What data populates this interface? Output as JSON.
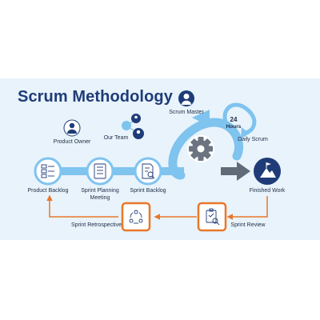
{
  "title": "Scrum Methodology",
  "labels": {
    "product_owner": "Product Owner",
    "our_team": "Our Team",
    "scrum_master": "Scrum Master",
    "daily_scrum": "Daily Scrum",
    "product_backlog": "Product Backlog",
    "sprint_planning": "Sprint Planning Meeting",
    "sprint_backlog": "Sprint Backlog",
    "finished_work": "Finished Work",
    "sprint_review": "Sprint Review",
    "sprint_retrospective": "Sprint Retrospective"
  },
  "cycle": {
    "number": "24",
    "unit": "Hours"
  },
  "colors": {
    "title": "#1f3c78",
    "panel": "#e8f3fb",
    "flow": "#7fc3ef",
    "arrow": "#616b77",
    "gear": "#6b7480",
    "finished": "#1f3c78",
    "orange": "#e8772a"
  },
  "icons": {
    "product_owner": "person-icon",
    "our_team": "team-network-icon",
    "scrum_master": "person-icon",
    "product_backlog": "list-icon",
    "sprint_planning": "checklist-icon",
    "sprint_backlog": "document-search-icon",
    "finished_work": "mountain-flag-icon",
    "sprint_review": "clipboard-check-icon",
    "sprint_retrospective": "team-cycle-icon",
    "sprint_cycle": "gear-icon"
  }
}
